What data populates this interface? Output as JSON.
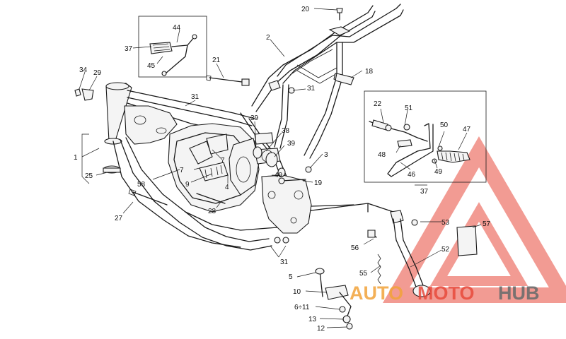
{
  "labels": {
    "l20": "20",
    "l2": "2",
    "l18": "18",
    "l44": "44",
    "l37a": "37",
    "l45": "45",
    "l21": "21",
    "l31a": "31",
    "l34": "34",
    "l29": "29",
    "l31b": "31",
    "l39a": "39",
    "l38": "38",
    "l39b": "39",
    "l3": "3",
    "l40": "40",
    "l19": "19",
    "l1": "1",
    "l25": "25",
    "l7a": "7",
    "l7b": "7",
    "l58": "58",
    "l9": "9",
    "l4": "4",
    "l27": "27",
    "l28": "28",
    "l22": "22",
    "l51": "51",
    "l50": "50",
    "l47": "47",
    "l48": "48",
    "l46": "46",
    "l49": "49",
    "l37b": "37",
    "l53": "53",
    "l57": "57",
    "l56": "56",
    "l52": "52",
    "l55": "55",
    "l31c": "31",
    "l5": "5",
    "l10": "10",
    "l611": "6÷11",
    "l13": "13",
    "l12": "12"
  },
  "watermark": {
    "part1": "AUTO",
    "part2": "MOTO",
    "part3": "HUB"
  },
  "colors": {
    "watermark_red": "#e84a3c",
    "watermark_orange": "#f2a33a",
    "watermark_gray": "#6d6d6d",
    "line": "#1a1a1a"
  }
}
